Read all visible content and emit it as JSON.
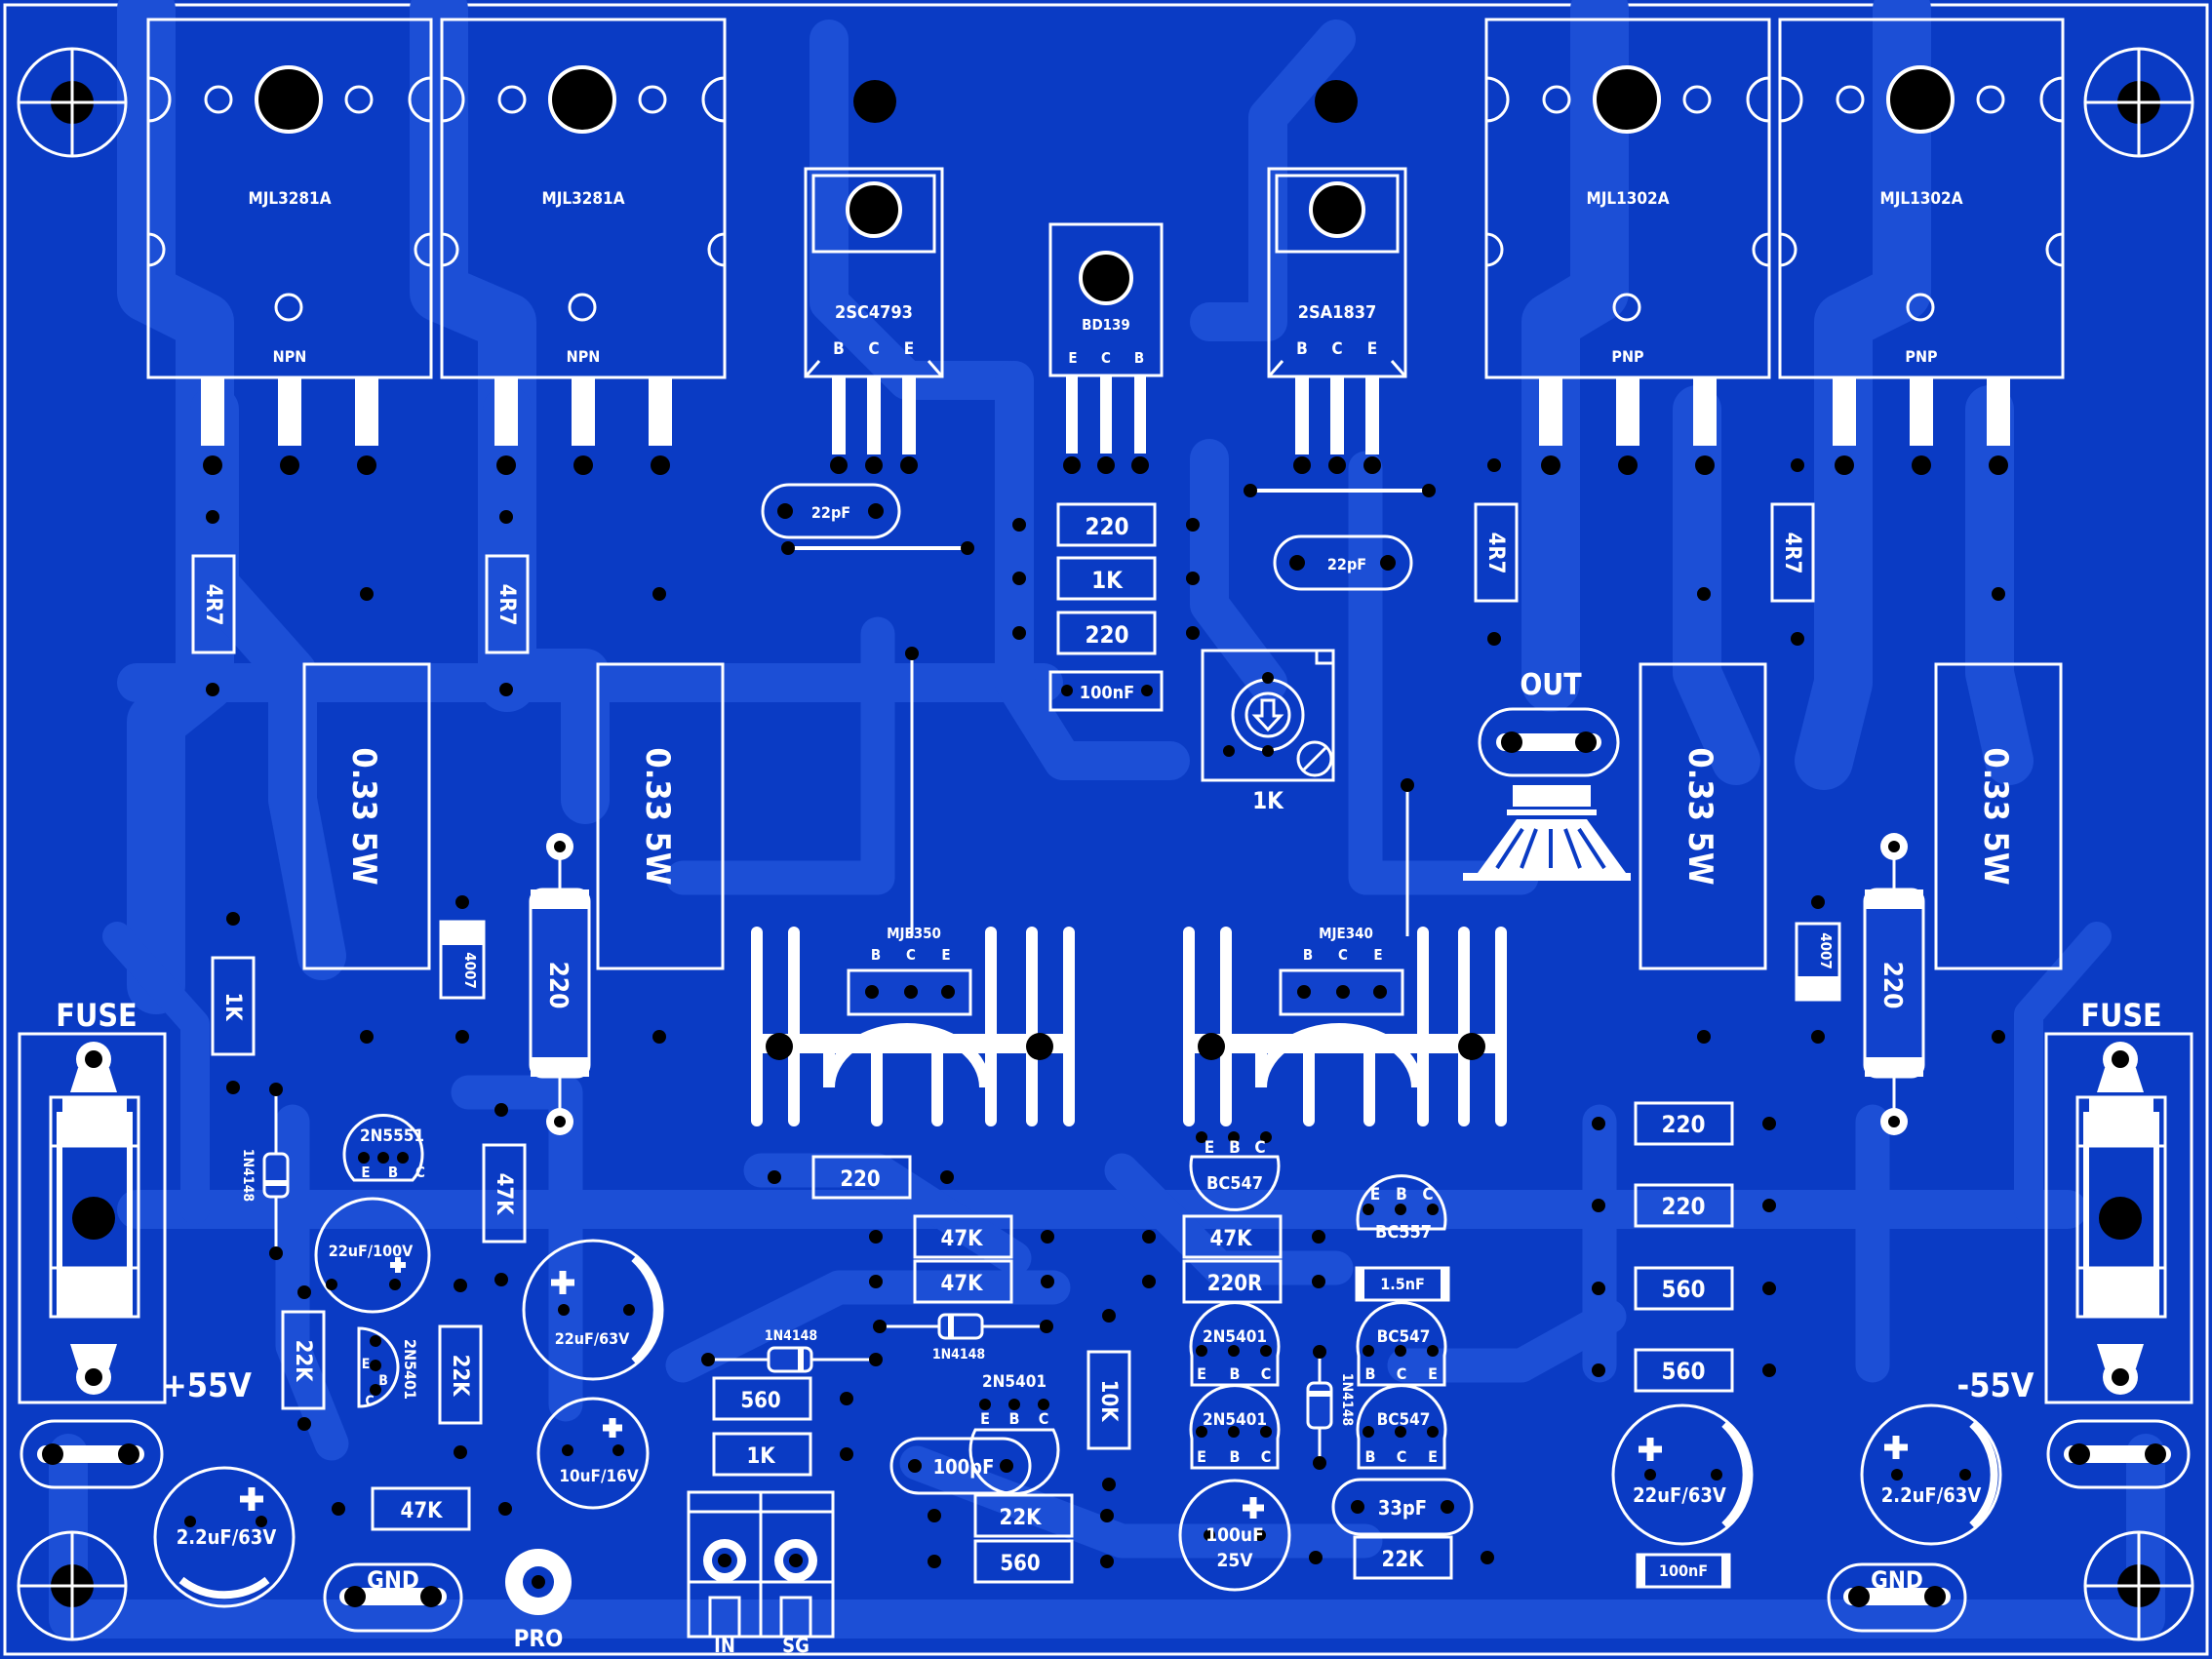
{
  "board": {
    "colors": {
      "background": "#0a3bc4",
      "trace": "#1c4fd6",
      "silkscreen": "#ffffff",
      "hole": "#000000"
    },
    "power_transistors": [
      {
        "part": "MJL3281A",
        "type": "NPN"
      },
      {
        "part": "MJL3281A",
        "type": "NPN"
      },
      {
        "part": "MJL1302A",
        "type": "PNP"
      },
      {
        "part": "MJL1302A",
        "type": "PNP"
      }
    ],
    "drivers": [
      {
        "part": "2SC4793",
        "pins": [
          "B",
          "C",
          "E"
        ]
      },
      {
        "part": "BD139",
        "pins": [
          "E",
          "C",
          "B"
        ]
      },
      {
        "part": "2SA1837",
        "pins": [
          "B",
          "C",
          "E"
        ]
      }
    ],
    "heatsinks": [
      {
        "part": "MJE350",
        "pins": [
          "B",
          "C",
          "E"
        ]
      },
      {
        "part": "MJE340",
        "pins": [
          "B",
          "C",
          "E"
        ]
      }
    ],
    "bias_resistors": [
      "220",
      "1K",
      "220"
    ],
    "cap_100nF": "100nF",
    "cap_22pF": "22pF",
    "trimmer": "1K",
    "out_label": "OUT",
    "emitter_res": "4R7",
    "power_res": "0.33 5W",
    "diode_4007": "4007",
    "res_220": "220",
    "res_1K": "1K",
    "fuse": "FUSE",
    "v_pos": "+55V",
    "v_neg": "-55V",
    "gnd": "GND",
    "pro": "PRO",
    "in": "IN",
    "sg": "SG",
    "diode_1n4148": "1N4148",
    "small_transistors": {
      "q2n5551": "2N5551",
      "q2n5401": "2N5401",
      "bc547": "BC547",
      "bc557": "BC557",
      "pins_ebc": [
        "E",
        "B",
        "C"
      ],
      "pins_bce": [
        "B",
        "C",
        "E"
      ]
    },
    "caps": {
      "c22u100": "22uF/100V",
      "c22u63": "22uF/63V",
      "c10u16": "10uF/16V",
      "c22u63s": "2.2uF/63V",
      "c100u": "100uF",
      "c100u_v": "25V",
      "c100pF": "100pF",
      "c33pF": "33pF",
      "c1n5": "1.5nF"
    },
    "res_values": {
      "r47k": "47K",
      "r22k": "22K",
      "r560": "560",
      "r10k": "10K",
      "r220r": "220R"
    }
  }
}
